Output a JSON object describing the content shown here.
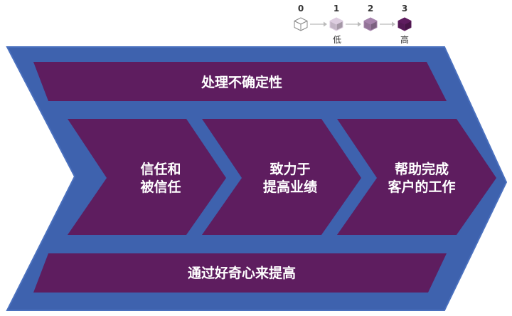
{
  "legend": {
    "levels": [
      {
        "number": "0",
        "fill": "#ffffff",
        "stroke": "#8a8a8a"
      },
      {
        "number": "1",
        "fill": "#ddcde0",
        "stroke": "#ddcde0"
      },
      {
        "number": "2",
        "fill": "#a784ad",
        "stroke": "#a784ad"
      },
      {
        "number": "3",
        "fill": "#5e1d5f",
        "stroke": "#5e1d5f"
      }
    ],
    "low_label": "低",
    "high_label": "高",
    "arrow_color": "#bbbbbb"
  },
  "diagram": {
    "outer_color": "#3e62ae",
    "outer_stroke": "#4a70be",
    "band_color": "#5e1d5f",
    "top_band": "处理不确定性",
    "bottom_band": "通过好奇心来提高",
    "chevrons": [
      {
        "line1": "信任和",
        "line2": "被信任"
      },
      {
        "line1": "致力于",
        "line2": "提高业绩"
      },
      {
        "line1": "帮助完成",
        "line2": "客户的工作"
      }
    ]
  }
}
